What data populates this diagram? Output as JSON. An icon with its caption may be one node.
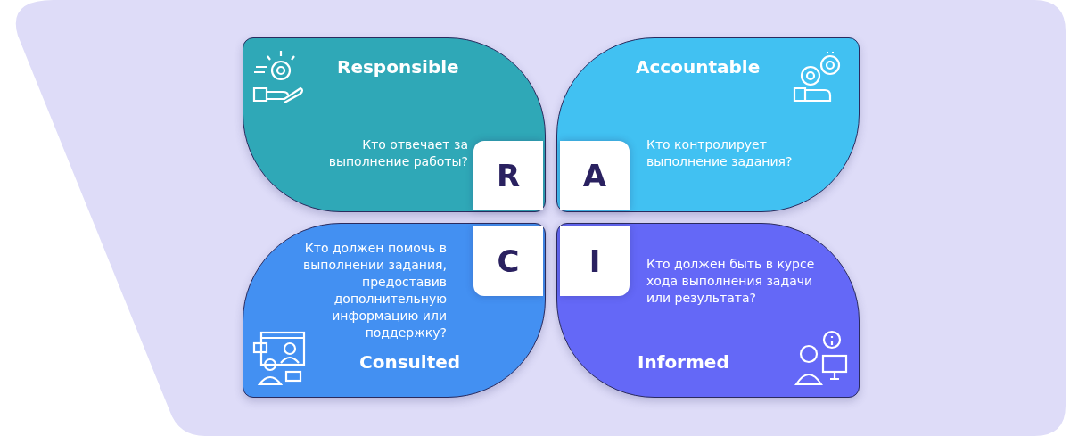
{
  "diagram": {
    "nodes": [
      {
        "text": [
          "Responsible",
          "Кто отвечает за выполнение работы?"
        ]
      },
      {
        "text": [
          "R"
        ],
        "in": 0
      },
      {
        "text": [
          "Accountable",
          "Кто контролирует выполнение задания?"
        ]
      },
      {
        "text": [
          "A"
        ],
        "in": 2
      },
      {
        "text": [
          "Кто должен помочь в выполнении задания, предоставив дополнительную информацию или поддержку?",
          "Consulted"
        ]
      },
      {
        "text": [
          "C"
        ],
        "in": 4
      },
      {
        "text": [
          "Кто должен быть в курсе хода выполнения задачи или результата?",
          "Informed"
        ]
      },
      {
        "text": [
          "I"
        ],
        "in": 6
      }
    ]
  }
}
